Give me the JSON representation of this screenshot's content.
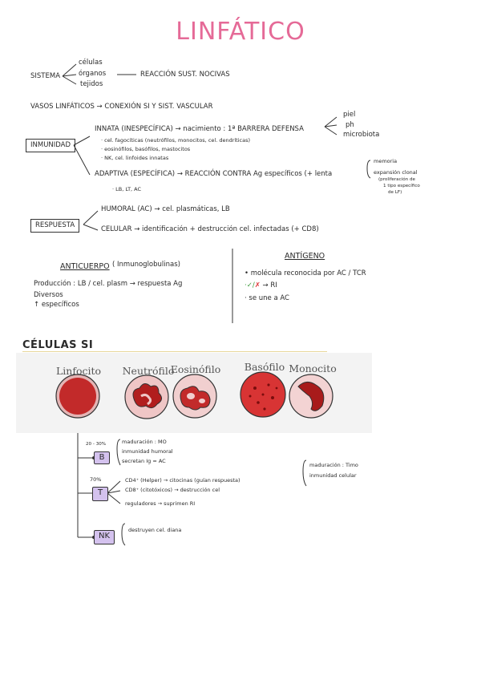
{
  "colors": {
    "accent": "#e56a97",
    "tag": "#d4c2ee",
    "cell_red": "#d63d3d",
    "dark_red": "#9e1a1a",
    "strip": "#f3f3f3"
  },
  "title": "LINFÁTICO",
  "sistema": {
    "label": "SISTEMA",
    "items": [
      "células",
      "órganos",
      "tejidos"
    ],
    "result": "REACCIÓN SUST. NOCIVAS"
  },
  "vasos": "VASOS LINFÁTICOS → CONEXIÓN SI Y SIST. VASCULAR",
  "inmunidad": {
    "label": "INMUNIDAD",
    "innata": "INNATA (INESPECÍFICA) → nacimiento : 1ª BARRERA DEFENSA",
    "barrera": [
      "piel",
      "ph",
      "microbiota"
    ],
    "innata_items": [
      "· cel. fagocíticas (neutrófilos, monocitos, cel. dendríticas)",
      "· eosinófilos, basófilos, mastocitos",
      "· NK, cel. linfoides innatas"
    ],
    "adaptiva": "ADAPTIVA (ESPECÍFICA) → REACCIÓN CONTRA Ag específicos (+ lenta",
    "adaptiva_items": [
      "· LB, LT, AC"
    ],
    "adaptiva_notes": [
      "memoria",
      "expansión clonal",
      "(proliferación de",
      "1 tipo específico",
      "de LF)"
    ]
  },
  "respuesta": {
    "label": "RESPUESTA",
    "humoral": "HUMORAL (AC) → cel. plasmáticas, LB",
    "celular": "CELULAR → identificación + destrucción cel. infectadas (+ CD8)"
  },
  "anticuerpo": {
    "title": "ANTICUERPO",
    "subtitle": "( Inmunoglobulinas)",
    "lines": [
      "Producción : LB / cel. plasm → respuesta Ag",
      "Diversos",
      "↑ específicos"
    ]
  },
  "antigeno": {
    "title": "ANTÍGENO",
    "lines": [
      "• molécula reconocida por AC / TCR",
      "→ RI",
      "· se une a AC"
    ]
  },
  "celulas": {
    "heading": "CÉLULAS SI",
    "cells": [
      "Linfocito",
      "Neutrófilo",
      "Eosinófilo",
      "Basófilo",
      "Monocito"
    ],
    "B": {
      "tag": "B",
      "pct": "20 - 30%",
      "lines": [
        "maduración : MO",
        "inmunidad humoral",
        "secretan Ig = AC"
      ]
    },
    "T": {
      "tag": "T",
      "pct": "70%",
      "lines": [
        "CD4⁺ (Helper) → citocinas (guían respuesta)",
        "CD8⁺ (citotóxicos) → destrucción cel",
        "reguladores → suprimen RI"
      ],
      "notes": [
        "maduración : Timo",
        "inmunidad celular"
      ]
    },
    "NK": {
      "tag": "NK",
      "lines": [
        "destruyen cel. diana"
      ]
    }
  }
}
